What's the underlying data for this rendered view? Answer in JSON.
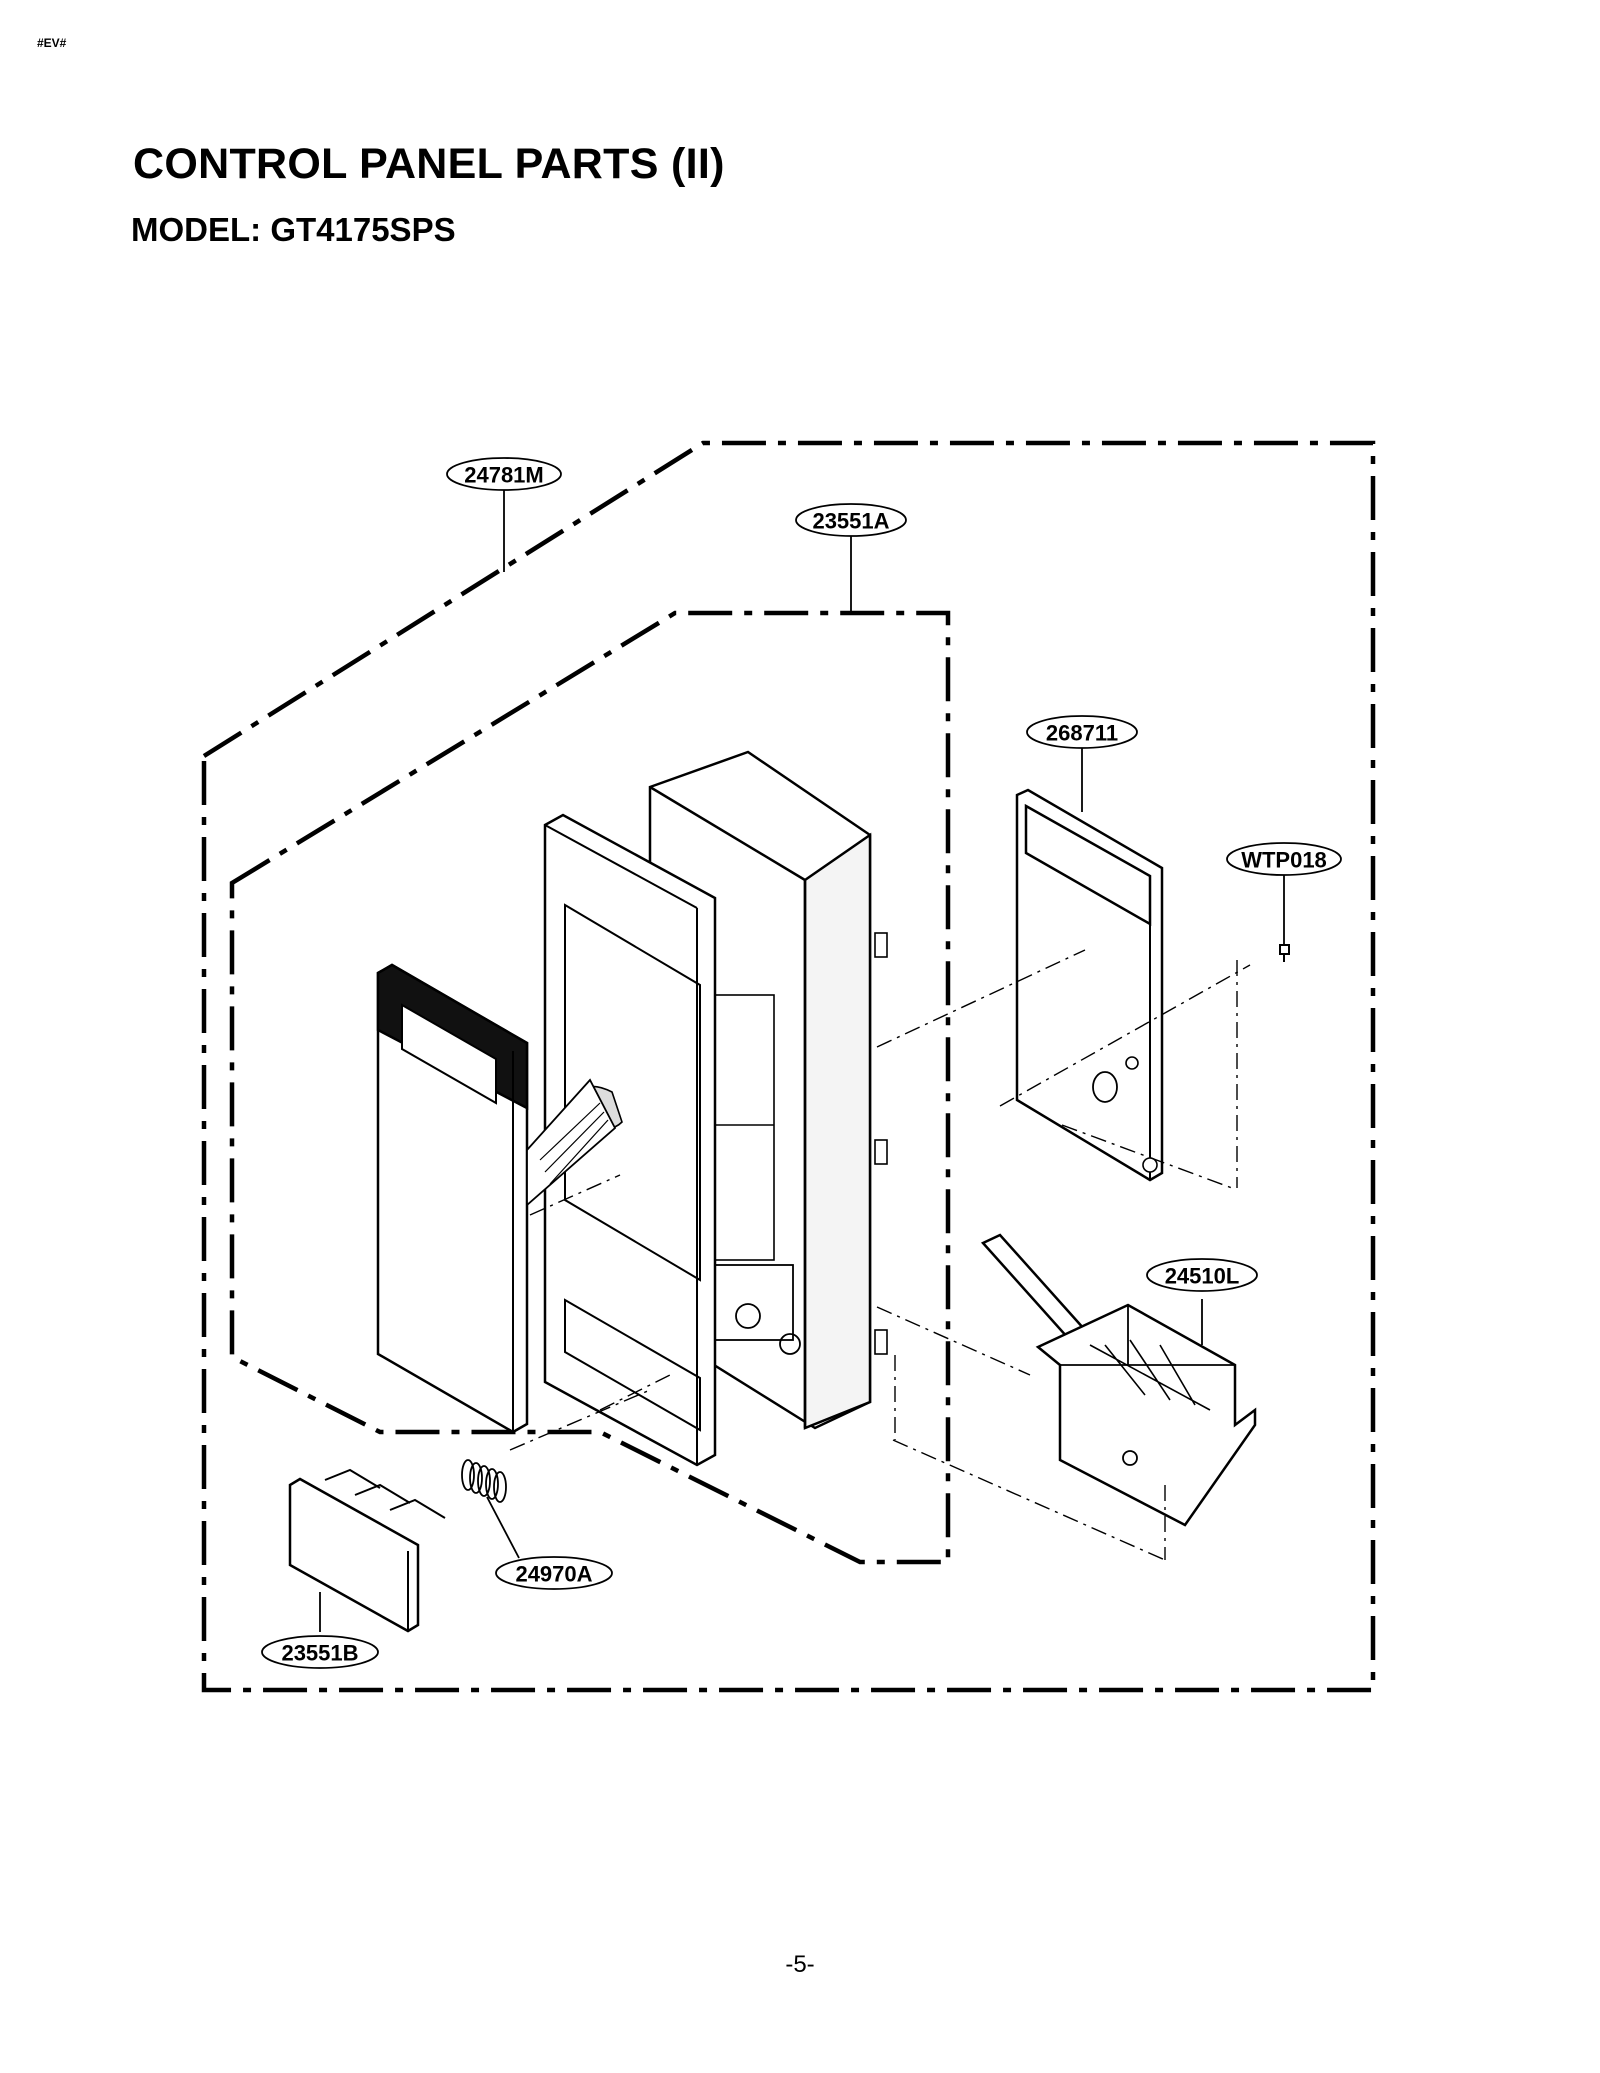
{
  "header": {
    "tag": "#EV#",
    "title": "CONTROL PANEL PARTS (II)",
    "model": "MODEL: GT4175SPS"
  },
  "parts": [
    {
      "id": "part-24781M",
      "label": "24781M"
    },
    {
      "id": "part-23551A",
      "label": "23551A"
    },
    {
      "id": "part-268711",
      "label": "268711"
    },
    {
      "id": "part-WTP018",
      "label": "WTP018"
    },
    {
      "id": "part-24510L",
      "label": "24510L"
    },
    {
      "id": "part-24970A",
      "label": "24970A"
    },
    {
      "id": "part-23551B",
      "label": "23551B"
    }
  ],
  "footer": {
    "page_number": "-5-"
  }
}
